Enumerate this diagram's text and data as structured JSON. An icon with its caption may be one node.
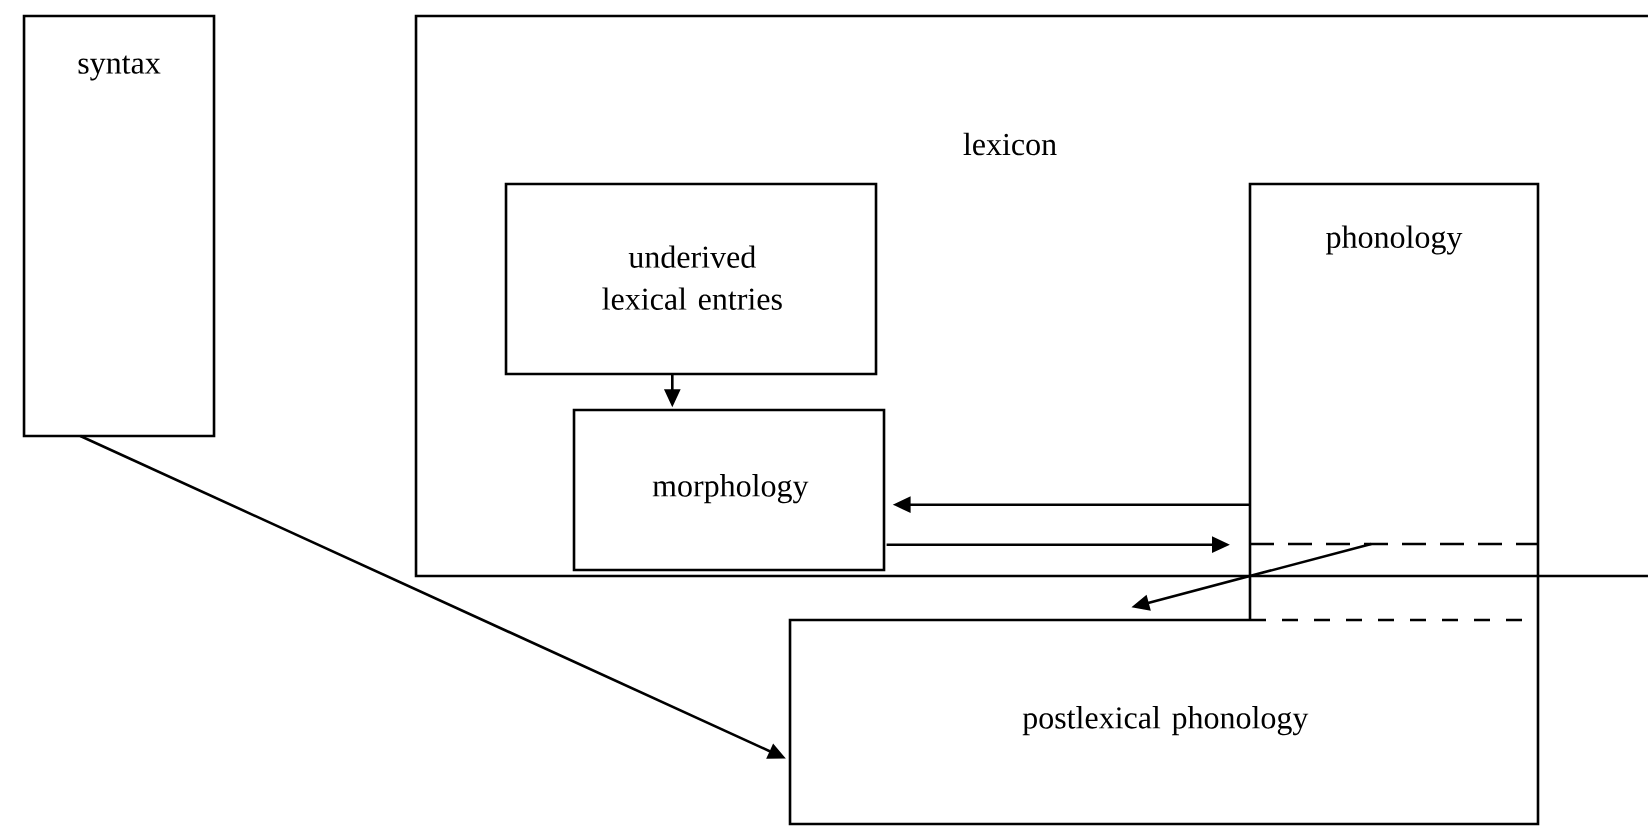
{
  "diagram": {
    "nodes": [
      {
        "text": [
          "syntax"
        ]
      },
      {
        "text": [
          "lexicon"
        ]
      },
      {
        "text": [
          "underived lexical entries"
        ],
        "in": 1
      },
      {
        "text": [
          "morphology"
        ],
        "in": 1
      },
      {
        "text": [
          "phonology"
        ]
      },
      {
        "text": [
          "postlexical phonology"
        ]
      }
    ],
    "edges": [
      {
        "from": 2,
        "to": 3,
        "arrow": "to"
      },
      {
        "from": 4,
        "to": 3,
        "arrow": "to"
      },
      {
        "from": 3,
        "to": 4,
        "arrow": "to"
      },
      {
        "from": 4,
        "to": 5,
        "arrow": "to"
      },
      {
        "from": 0,
        "to": 5,
        "arrow": "to"
      }
    ]
  }
}
